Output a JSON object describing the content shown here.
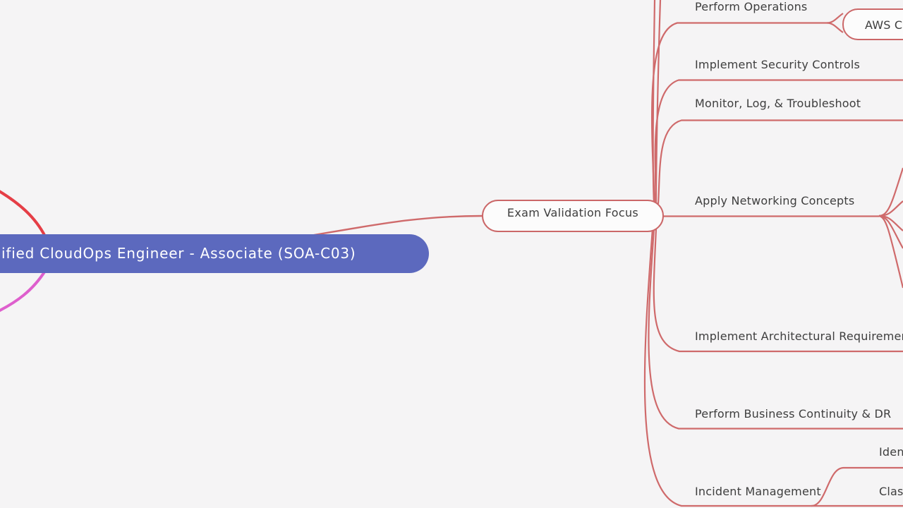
{
  "app": {
    "type": "mindmap",
    "background_color": "#f5f4f5",
    "link_color": "#cf6a6b",
    "node_border_color": "#cb6768",
    "root_fill_color": "#5c69be",
    "root_text_color": "#ffffff",
    "label_text_color": "#3e3e3e",
    "left_branch_red_color": "#e53e46",
    "left_branch_magenta_color": "#de5fcd"
  },
  "nodes": {
    "root": "ified CloudOps Engineer - Associate (SOA-C03)",
    "exam_validation_focus": "Exam Validation Focus",
    "perform_operations": "Perform Operations",
    "aws_c": "AWS C",
    "implement_security_controls": "Implement Security Controls",
    "monitor_log_troubleshoot": "Monitor, Log, & Troubleshoot",
    "apply_networking_concepts": "Apply Networking Concepts",
    "implement_architectural_requirements": "Implement Architectural Requirements",
    "perform_business_continuity_dr": "Perform Business Continuity & DR",
    "incident_management": "Incident Management",
    "incident_child_top_fragment": "Iden",
    "incident_child_bottom_fragment": "Clas"
  }
}
